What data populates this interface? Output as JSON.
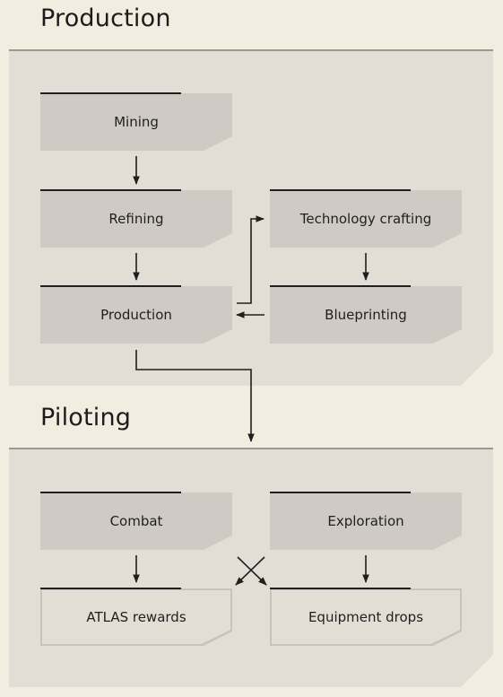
{
  "sections": {
    "production": {
      "title": "Production"
    },
    "piloting": {
      "title": "Piloting"
    }
  },
  "nodes": {
    "mining": "Mining",
    "refining": "Refining",
    "production": "Production",
    "technology_crafting": "Technology crafting",
    "blueprinting": "Blueprinting",
    "combat": "Combat",
    "exploration": "Exploration",
    "atlas_rewards": "ATLAS rewards",
    "equipment_drops": "Equipment drops"
  },
  "colors": {
    "background": "#f3ede1",
    "panel": "#e2ddd5",
    "node_fill": "#cfcbc4",
    "line": "#1f1f1f"
  }
}
